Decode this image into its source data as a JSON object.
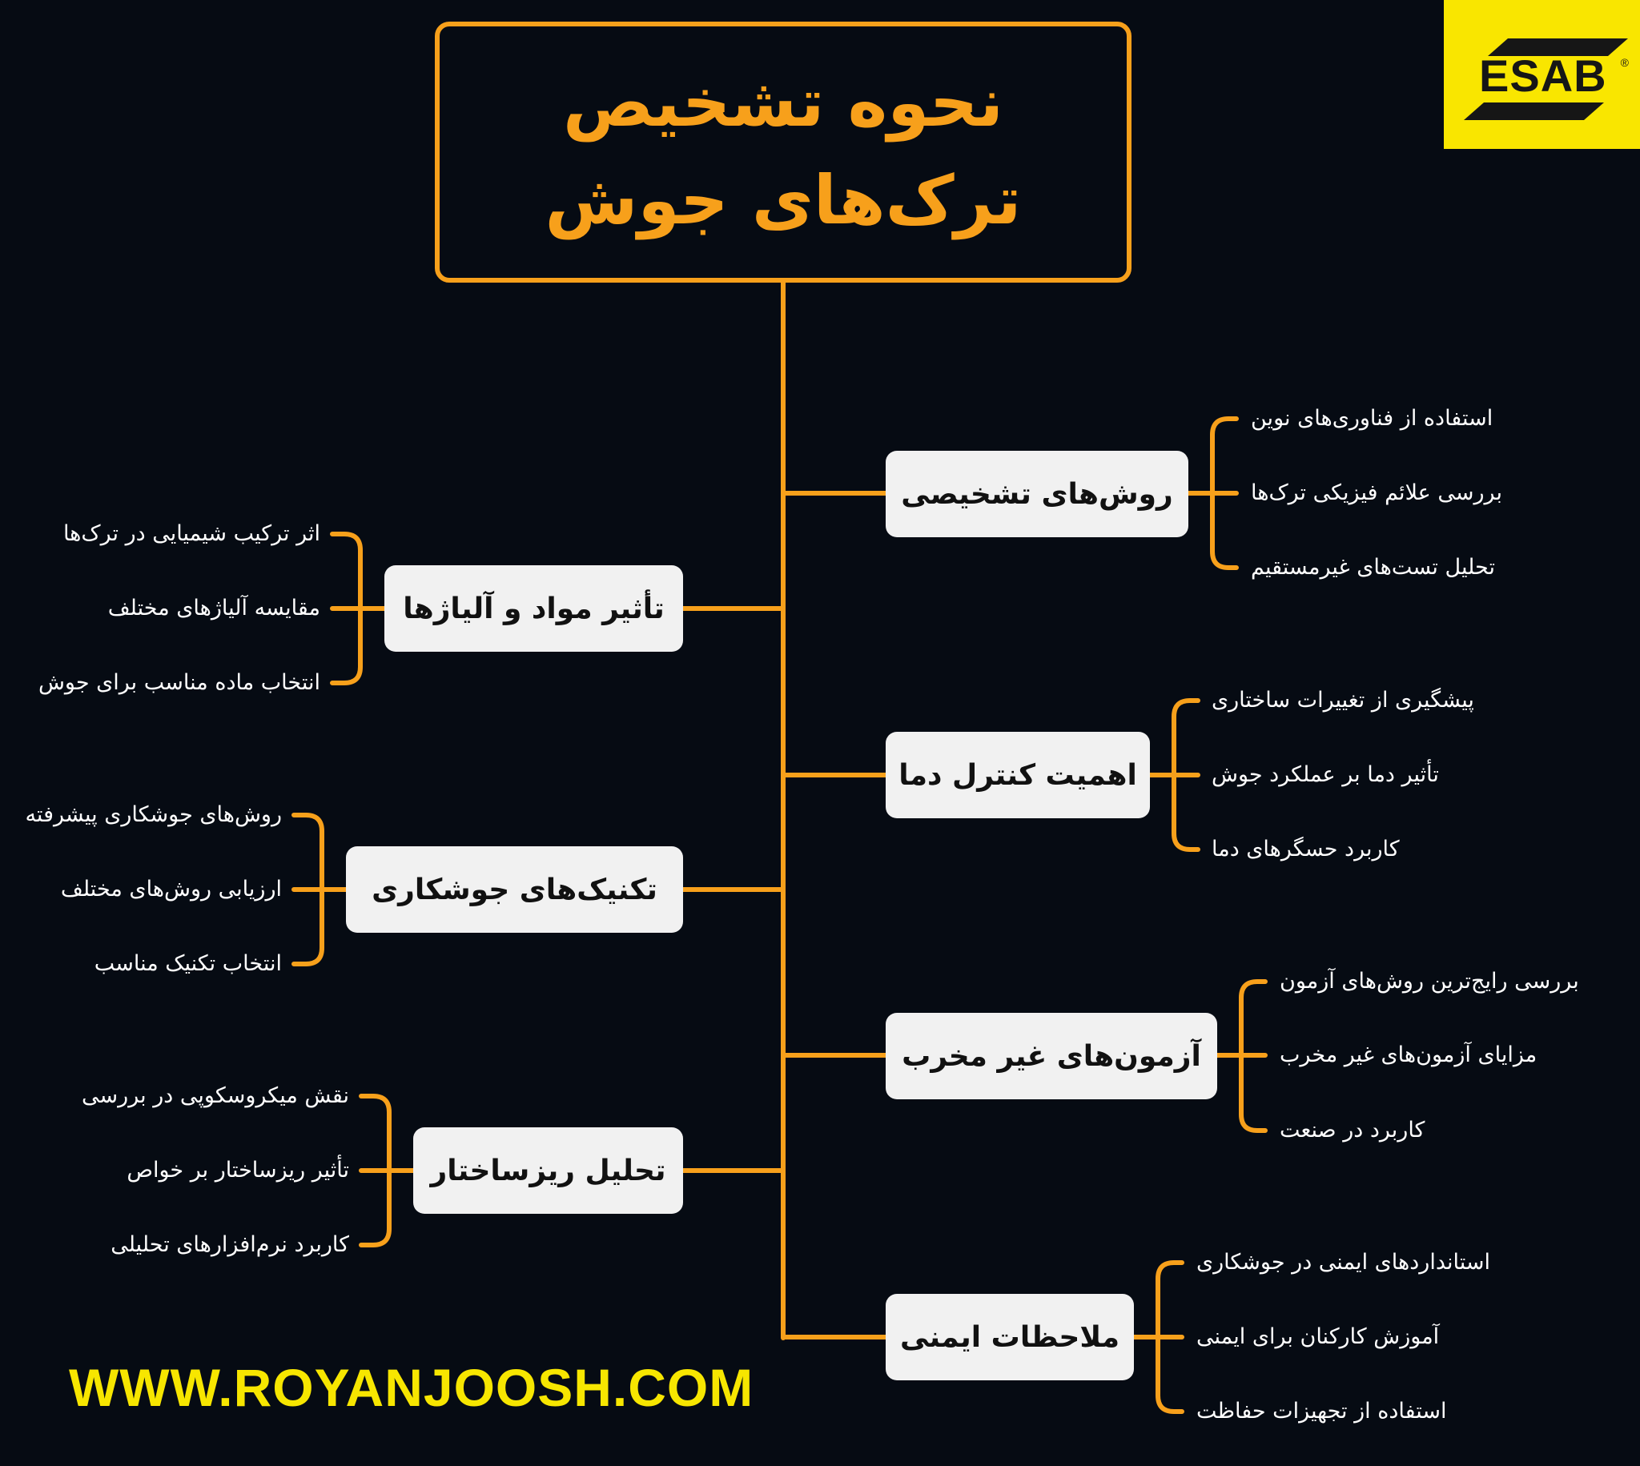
{
  "title": "نحوه تشخیص ترک‌های جوش",
  "logo": {
    "brand": "ESAB",
    "registered_mark": "®"
  },
  "website": "WWW.ROYANJOOSH.COM",
  "colors": {
    "background": "#060b13",
    "accent": "#f7a01b",
    "node_fill": "#f1f1f1",
    "logo_yellow": "#f9e600",
    "website_text": "#f7e600"
  },
  "branches_right": [
    {
      "label": "روش‌های تشخیصی",
      "items": [
        "استفاده از فناوری‌های نوین",
        "بررسی علائم فیزیکی ترک‌ها",
        "تحلیل تست‌های غیرمستقیم"
      ]
    },
    {
      "label": "اهمیت کنترل دما",
      "items": [
        "پیشگیری از تغییرات ساختاری",
        "تأثیر دما بر عملکرد جوش",
        "کاربرد حسگرهای دما"
      ]
    },
    {
      "label": "آزمون‌های غیر مخرب",
      "items": [
        "بررسی رایج‌ترین روش‌های آزمون",
        "مزایای آزمون‌های غیر مخرب",
        "کاربرد در صنعت"
      ]
    },
    {
      "label": "ملاحظات ایمنی",
      "items": [
        "استانداردهای ایمنی در جوشکاری",
        "آموزش کارکنان برای ایمنی",
        "استفاده از تجهیزات حفاظت"
      ]
    }
  ],
  "branches_left": [
    {
      "label": "تأثیر مواد و آلیاژها",
      "items": [
        "اثر ترکیب شیمیایی در ترک‌ها",
        "مقایسه آلیاژهای مختلف",
        "انتخاب ماده مناسب برای جوش"
      ]
    },
    {
      "label": "تکنیک‌های جوشکاری",
      "items": [
        "روش‌های جوشکاری پیشرفته",
        "ارزیابی روش‌های مختلف",
        "انتخاب تکنیک مناسب"
      ]
    },
    {
      "label": "تحلیل ریزساختار",
      "items": [
        "نقش میکروسکوپی در بررسی",
        "تأثیر ریزساختار بر خواص",
        "کاربرد نرم‌افزارهای تحلیلی"
      ]
    }
  ]
}
